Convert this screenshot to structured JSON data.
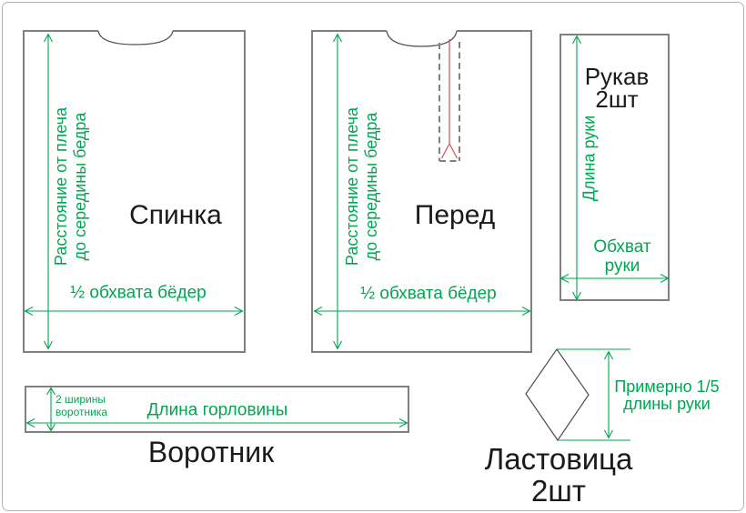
{
  "colors": {
    "dimension_green": "#00a651",
    "outline_gray": "#808080",
    "slit_red": "#d04f4f",
    "text_black": "#1a1a1a",
    "page_border": "#b3b3b3",
    "background": "#ffffff"
  },
  "pieces": {
    "back": {
      "name": "Спинка",
      "height_dim_line1": "Расстояние от плеча",
      "height_dim_line2": "до середины бедра",
      "width_dim": "½ обхвата бёдер"
    },
    "front": {
      "name": "Перед",
      "height_dim_line1": "Расстояние от плеча",
      "height_dim_line2": "до середины бедра",
      "width_dim": "½ обхвата бёдер"
    },
    "sleeve": {
      "name_line1": "Рукав",
      "name_line2": "2шт",
      "length_dim": "Длина руки",
      "width_dim_line1": "Обхват",
      "width_dim_line2": "руки"
    },
    "collar": {
      "name": "Воротник",
      "height_dim_line1": "2 ширины",
      "height_dim_line2": "воротника",
      "width_dim": "Длина горловины"
    },
    "gusset": {
      "name_line1": "Ластовица",
      "name_line2": "2шт",
      "height_dim_line1": "Примерно 1/5",
      "height_dim_line2": "длины руки"
    }
  }
}
